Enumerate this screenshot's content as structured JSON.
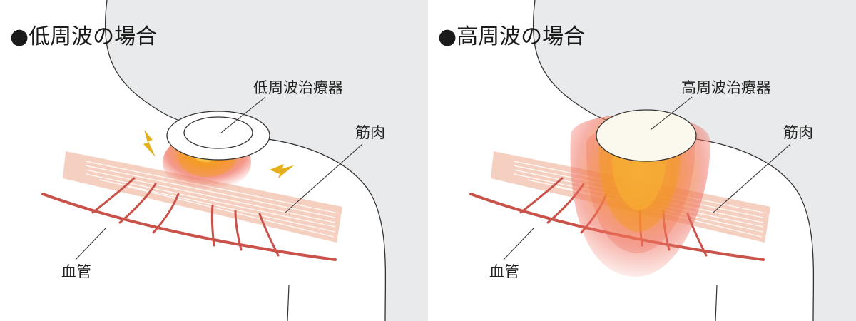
{
  "colors": {
    "background_gray": "#e8eaeb",
    "muscle": "#f2c4b2",
    "vessel": "#c9524a",
    "lightning": "#e5b01c",
    "heat_core": "#f39a1e",
    "heat_outer": "#ef6f5e"
  },
  "panels": [
    {
      "title": "●低周波の場合",
      "device_label": "低周波治療器",
      "muscle_label": "筋肉",
      "vessel_label": "血管",
      "lightning_icons": [
        "lightning-icon",
        "lightning-icon"
      ]
    },
    {
      "title": "●高周波の場合",
      "device_label": "高周波治療器",
      "muscle_label": "筋肉",
      "vessel_label": "血管"
    }
  ]
}
